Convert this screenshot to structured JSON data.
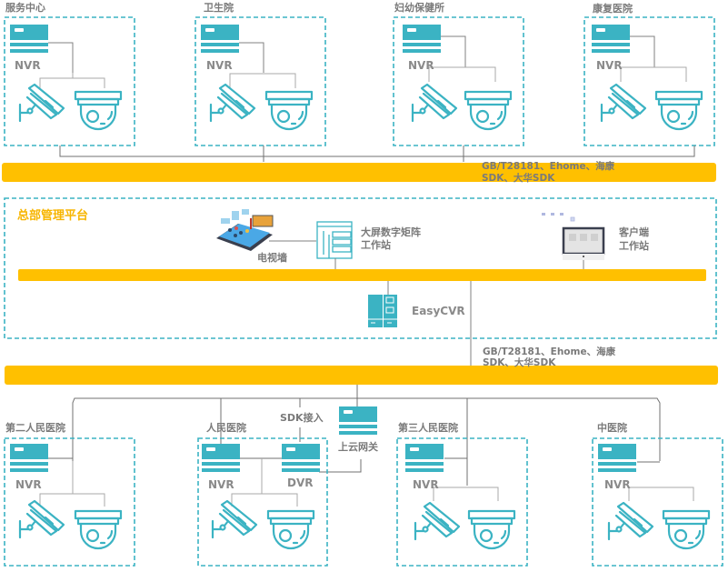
{
  "colors": {
    "teal": "#3bb3c3",
    "bus_yellow": "#ffc000",
    "line_gray": "#808080",
    "hq_title": "#f7b500",
    "label_gray": "#808080"
  },
  "top_sites": [
    {
      "name": "服务中心",
      "recorder": "NVR"
    },
    {
      "name": "卫生院",
      "recorder": "NVR"
    },
    {
      "name": "妇幼保健所",
      "recorder": "NVR"
    },
    {
      "name": "康复医院",
      "recorder": "NVR"
    }
  ],
  "top_protocol": {
    "line1": "GB/T28181、Ehome、海康",
    "line2": "SDK、大华SDK"
  },
  "hq": {
    "title": "总部管理平台",
    "tv_wall": "电视墙",
    "matrix_workstation": {
      "line1": "大屏数字矩阵",
      "line2": "工作站"
    },
    "client_workstation": {
      "line1": "客户端",
      "line2": "工作站"
    },
    "server": "EasyCVR"
  },
  "bottom_protocol": {
    "line1": "GB/T28181、Ehome、海康",
    "line2": "SDK、大华SDK"
  },
  "gateway": {
    "label": "上云网关",
    "sdk_label": "SDK接入"
  },
  "bottom_sites": [
    {
      "name": "第二人民医院",
      "recorders": [
        "NVR"
      ]
    },
    {
      "name": "人民医院",
      "recorders": [
        "NVR",
        "DVR"
      ]
    },
    {
      "name": "第三人民医院",
      "recorders": [
        "NVR"
      ]
    },
    {
      "name": "中医院",
      "recorders": [
        "NVR"
      ]
    }
  ]
}
